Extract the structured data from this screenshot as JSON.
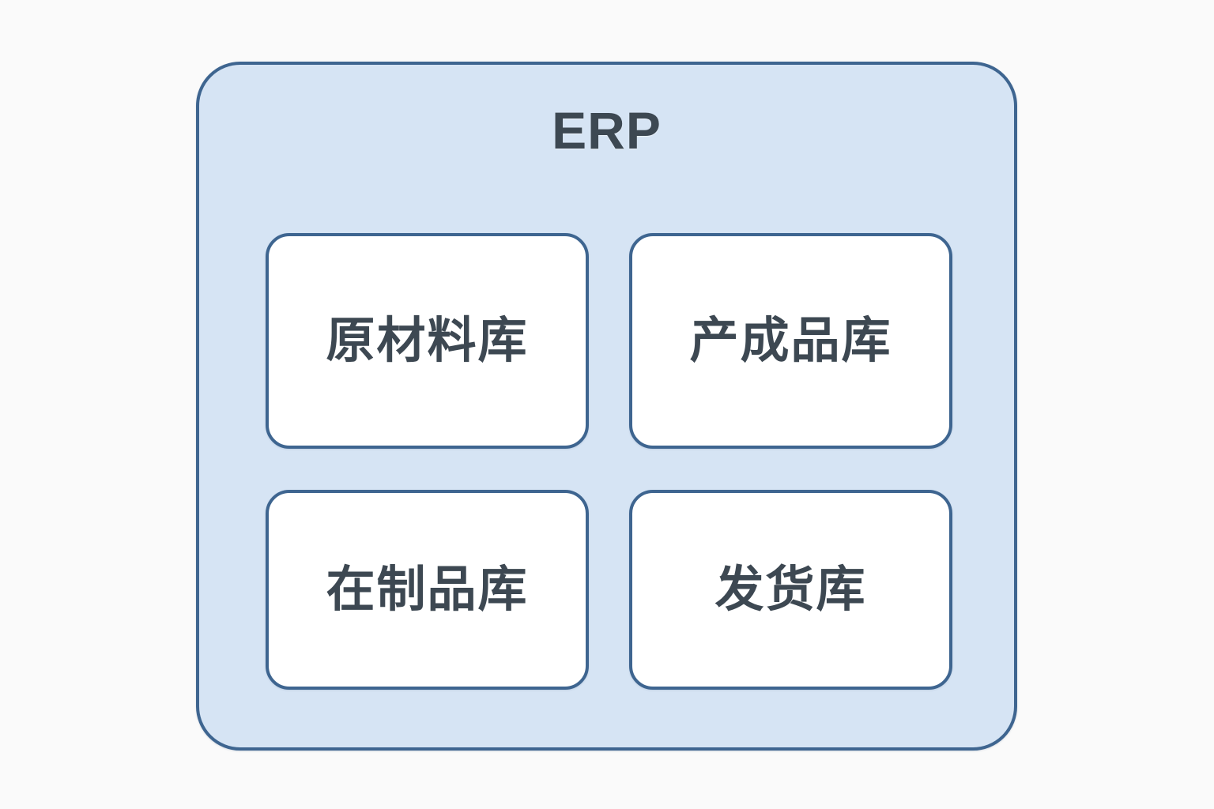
{
  "diagram": {
    "title": "ERP",
    "background_color": "#fafafa",
    "container": {
      "label": "ERP",
      "fill_color": "#d6e4f4",
      "border_color": "#3e6590",
      "text_color": "#3d4852"
    },
    "boxes": [
      {
        "id": "raw-material-warehouse",
        "label": "原材料库",
        "fill_color": "#ffffff",
        "border_color": "#3e6590",
        "text_color": "#3d4852",
        "row": 1,
        "column": 1
      },
      {
        "id": "finished-goods-warehouse",
        "label": "产成品库",
        "fill_color": "#ffffff",
        "border_color": "#3e6590",
        "text_color": "#3d4852",
        "row": 1,
        "column": 2
      },
      {
        "id": "work-in-progress-warehouse",
        "label": "在制品库",
        "fill_color": "#ffffff",
        "border_color": "#3e6590",
        "text_color": "#3d4852",
        "row": 2,
        "column": 1
      },
      {
        "id": "shipping-warehouse",
        "label": "发货库",
        "fill_color": "#ffffff",
        "border_color": "#3e6590",
        "text_color": "#3d4852",
        "row": 2,
        "column": 2
      }
    ]
  }
}
